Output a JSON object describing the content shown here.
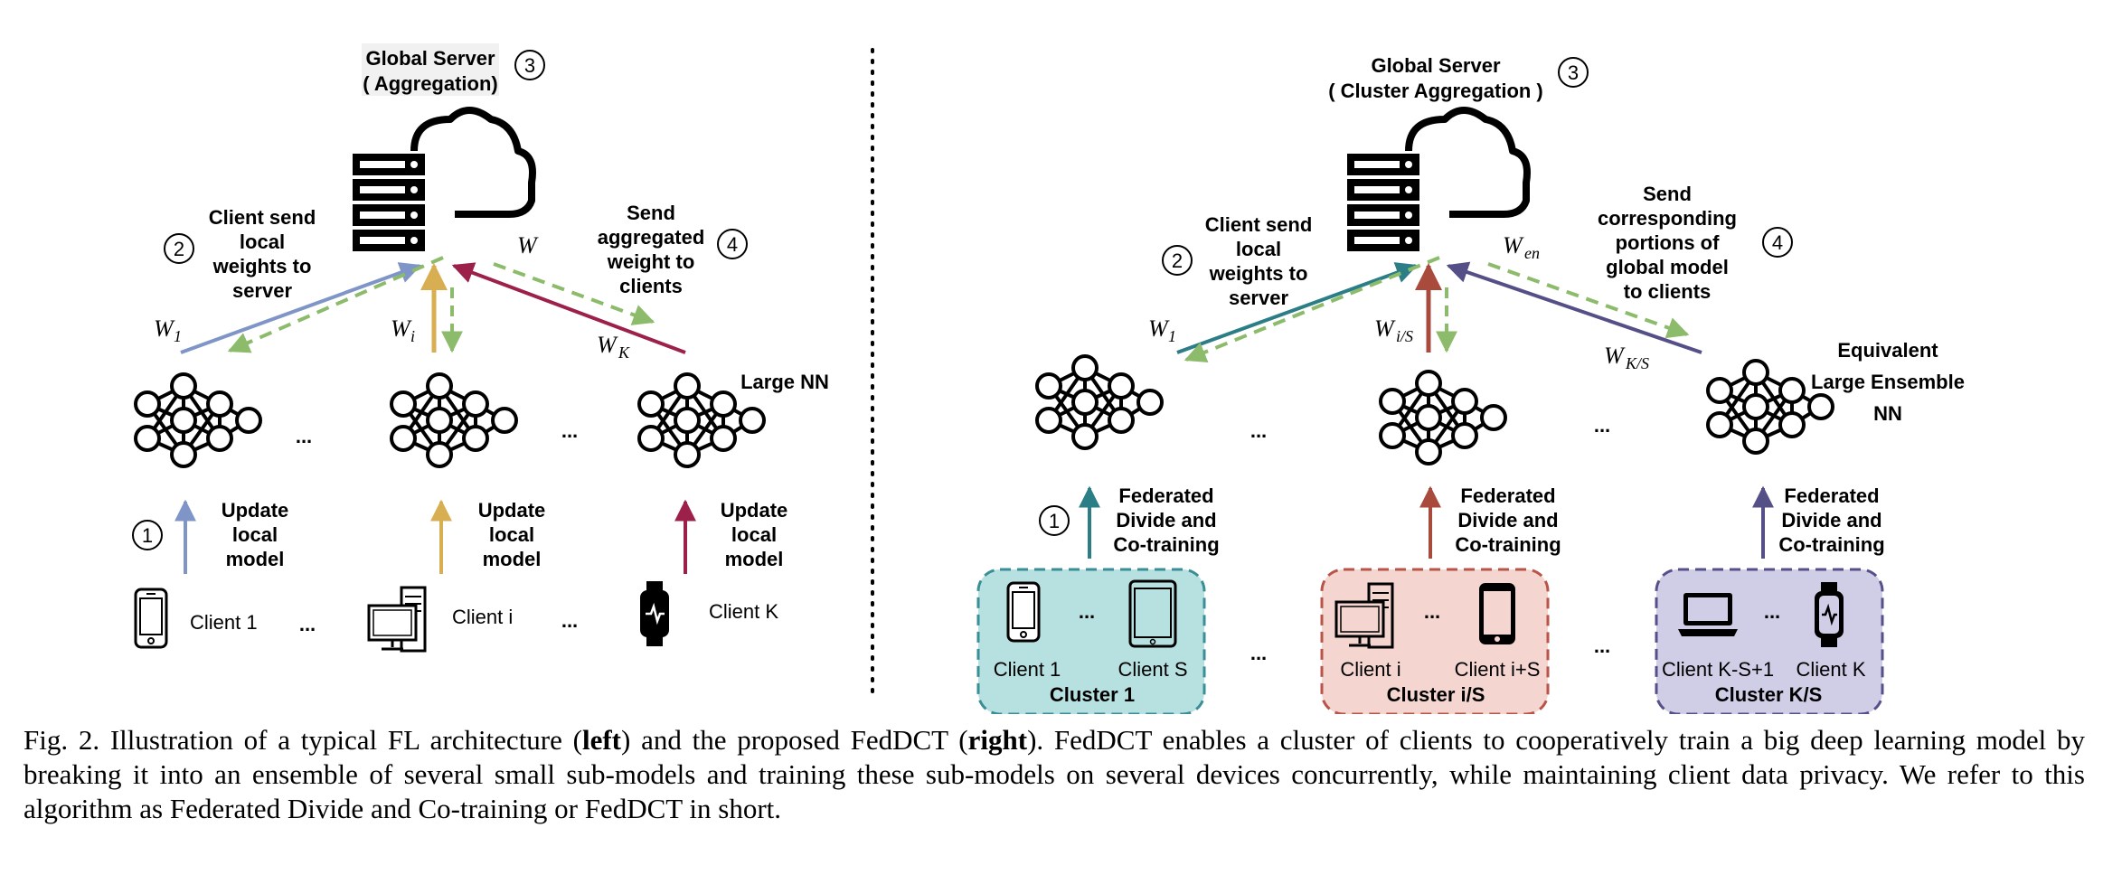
{
  "left": {
    "server_title_line1": "Global Server",
    "server_title_line2": "( Aggregation)",
    "step3": "3",
    "step2": "2",
    "step2_text": [
      "Client send",
      "local",
      "weights to",
      "server"
    ],
    "step4": "4",
    "step4_text": [
      "Send",
      "aggregated",
      "weight to",
      "clients"
    ],
    "w_agg": "W",
    "w1": "W",
    "w1_sub": "1",
    "wi": "W",
    "wi_sub": "i",
    "wk": "W",
    "wk_sub": "K",
    "large_nn": "Large NN",
    "ellipsis": "...",
    "step1": "1",
    "update_text": [
      "Update",
      "local",
      "model"
    ],
    "client1": "Client 1",
    "clienti": "Client i",
    "clientk": "Client K"
  },
  "right": {
    "server_title_line1": "Global Server",
    "server_title_line2": "( Cluster Aggregation )",
    "step3": "3",
    "step2": "2",
    "step2_text": [
      "Client send",
      "local",
      "weights to",
      "server"
    ],
    "step4": "4",
    "step4_text": [
      "Send",
      "corresponding",
      "portions of",
      "global model",
      "to clients"
    ],
    "w_en": "W",
    "w_en_sub": "en",
    "w1": "W",
    "w1_sub": "1",
    "wis": "W",
    "wis_sub": "i/S",
    "wks": "W",
    "wks_sub": "K/S",
    "equiv_text": [
      "Equivalent",
      "Large Ensemble",
      "NN"
    ],
    "ellipsis": "...",
    "step1": "1",
    "fed_text": [
      "Federated",
      "Divide and",
      "Co-training"
    ],
    "cluster1": {
      "title": "Cluster 1",
      "c_a": "Client 1",
      "c_b": "Client S",
      "color": "#b7e1e1",
      "border": "#3a8f96"
    },
    "clusteri": {
      "title": "Cluster i/S",
      "c_a": "Client i",
      "c_b": "Client i+S",
      "color": "#f5d5d0",
      "border": "#b85548"
    },
    "clusterk": {
      "title": "Cluster K/S",
      "c_a": "Client K-S+1",
      "c_b": "Client K",
      "color": "#d0cde6",
      "border": "#55508a"
    }
  },
  "colors": {
    "blue": "#7f95c8",
    "gold": "#d8ae52",
    "crimson": "#9c2049",
    "green_dashed": "#8cbb6b",
    "teal": "#2b7d86",
    "red": "#a84a3c",
    "purple": "#544f86"
  },
  "caption": {
    "prefix": "Fig. 2.  Illustration of a typical FL architecture (",
    "bold1": "left",
    "mid": ") and the proposed FedDCT (",
    "bold2": "right",
    "suffix": "). FedDCT enables a cluster of clients to cooperatively train a big deep learning model by breaking it into an ensemble of several small sub-models and training these sub-models on several devices concurrently, while maintaining client data privacy. We refer to this algorithm as Federated Divide and Co-training or FedDCT in short."
  }
}
